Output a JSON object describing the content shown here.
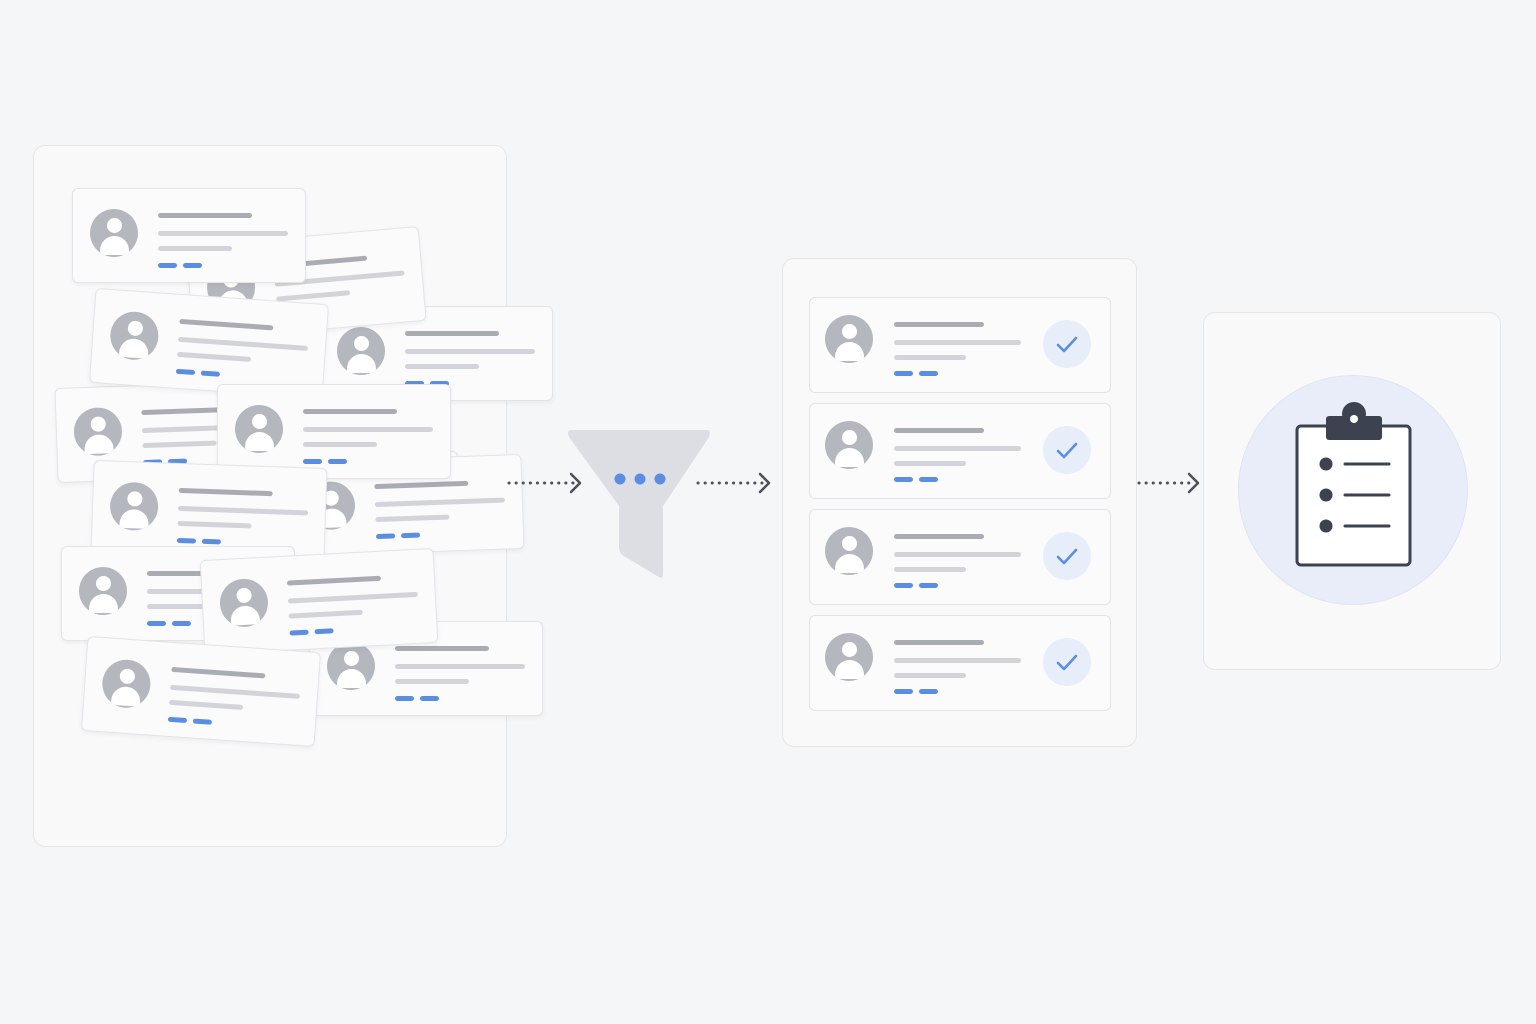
{
  "input_cards": [
    {
      "id": 1
    },
    {
      "id": 2
    },
    {
      "id": 3
    },
    {
      "id": 4
    },
    {
      "id": 5
    },
    {
      "id": 6
    },
    {
      "id": 7
    },
    {
      "id": 8
    },
    {
      "id": 9
    },
    {
      "id": 10
    },
    {
      "id": 11
    },
    {
      "id": 12
    },
    {
      "id": 13
    },
    {
      "id": 14
    }
  ],
  "output_cards": [
    {
      "id": 1,
      "verified": true
    },
    {
      "id": 2,
      "verified": true
    },
    {
      "id": 3,
      "verified": true
    },
    {
      "id": 4,
      "verified": true
    }
  ],
  "colors": {
    "accent_blue": "#5b8ee0",
    "icon_gray": "#b4b7bd",
    "funnel_gray": "#dcdee3",
    "clipboard_dark": "#3c4250",
    "check_bg": "#e8edfa"
  },
  "icons": {
    "filter": "funnel-icon",
    "result": "clipboard-checklist-icon",
    "verified": "checkmark-icon",
    "profile": "user-avatar-icon"
  }
}
